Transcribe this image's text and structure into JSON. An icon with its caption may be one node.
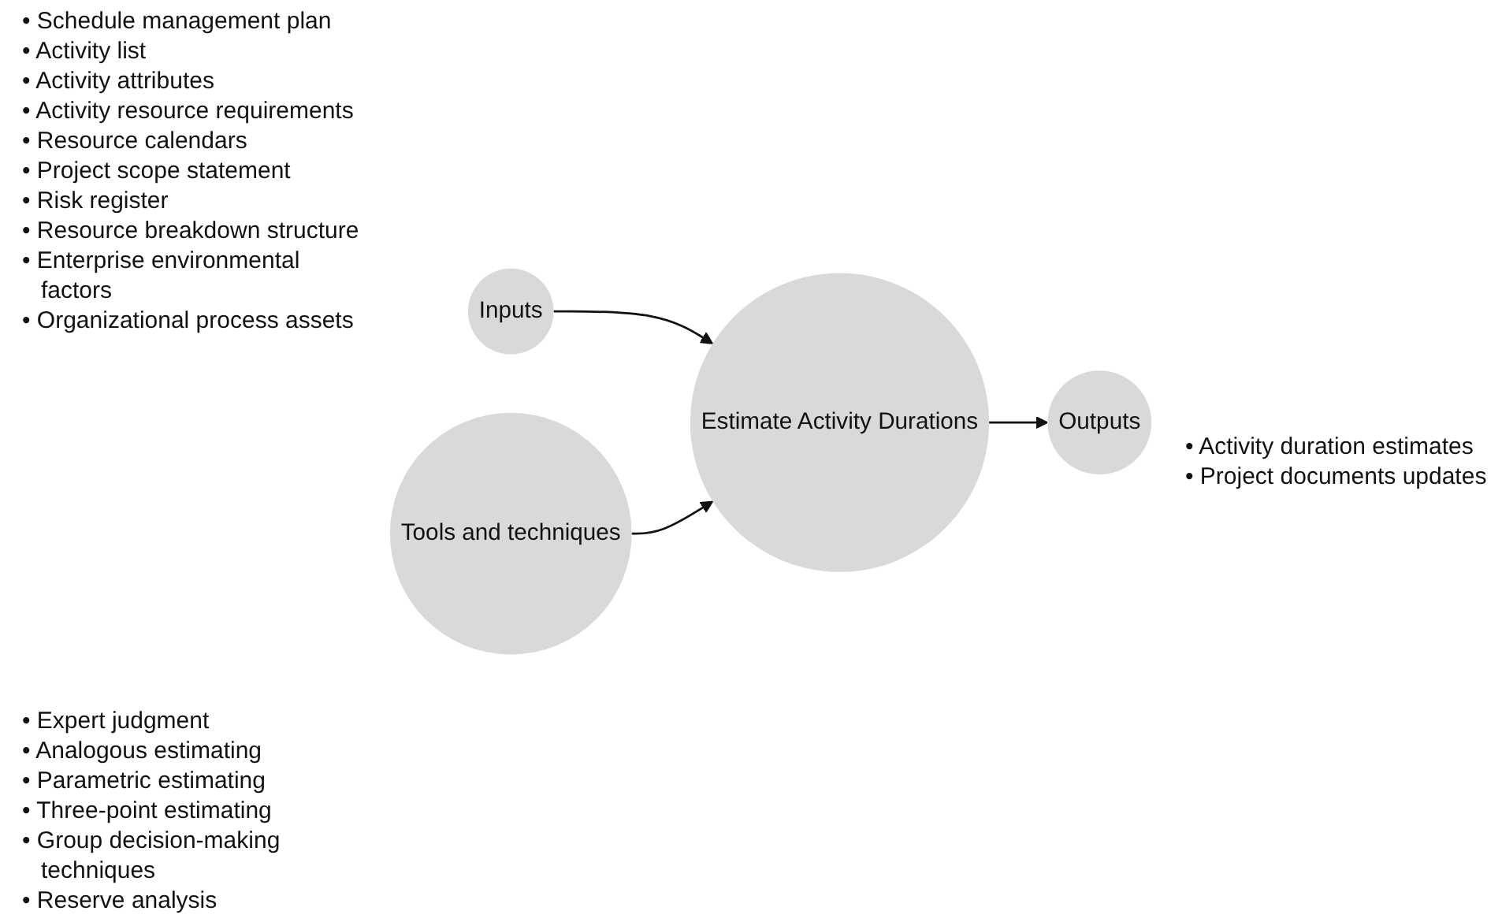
{
  "diagram": {
    "nodes": [
      {
        "text": [
          "Inputs"
        ],
        "beside": [
          "• Schedule management plan",
          "• Activity list",
          "• Activity attributes",
          "• Activity resource requirements",
          "• Resource calendars",
          "• Project scope statement",
          "• Risk register",
          "• Resource breakdown structure",
          "• Enterprise environmental factors",
          "• Organizational process assets"
        ]
      },
      {
        "text": [
          "Estimate Activity Durations"
        ]
      },
      {
        "text": [
          "Outputs"
        ],
        "beside": [
          "• Activity duration estimates",
          "• Project documents updates"
        ]
      },
      {
        "text": [
          "Tools and techniques"
        ],
        "beside": [
          "• Expert judgment",
          "• Analogous estimating",
          "• Parametric estimating",
          "• Three-point estimating",
          "• Group decision-making techniques",
          "• Reserve analysis"
        ]
      }
    ],
    "edges": [
      {
        "from": 0,
        "to": 1,
        "arrow": "to"
      },
      {
        "from": 3,
        "to": 1,
        "arrow": "to"
      },
      {
        "from": 1,
        "to": 2,
        "arrow": "to"
      }
    ]
  }
}
